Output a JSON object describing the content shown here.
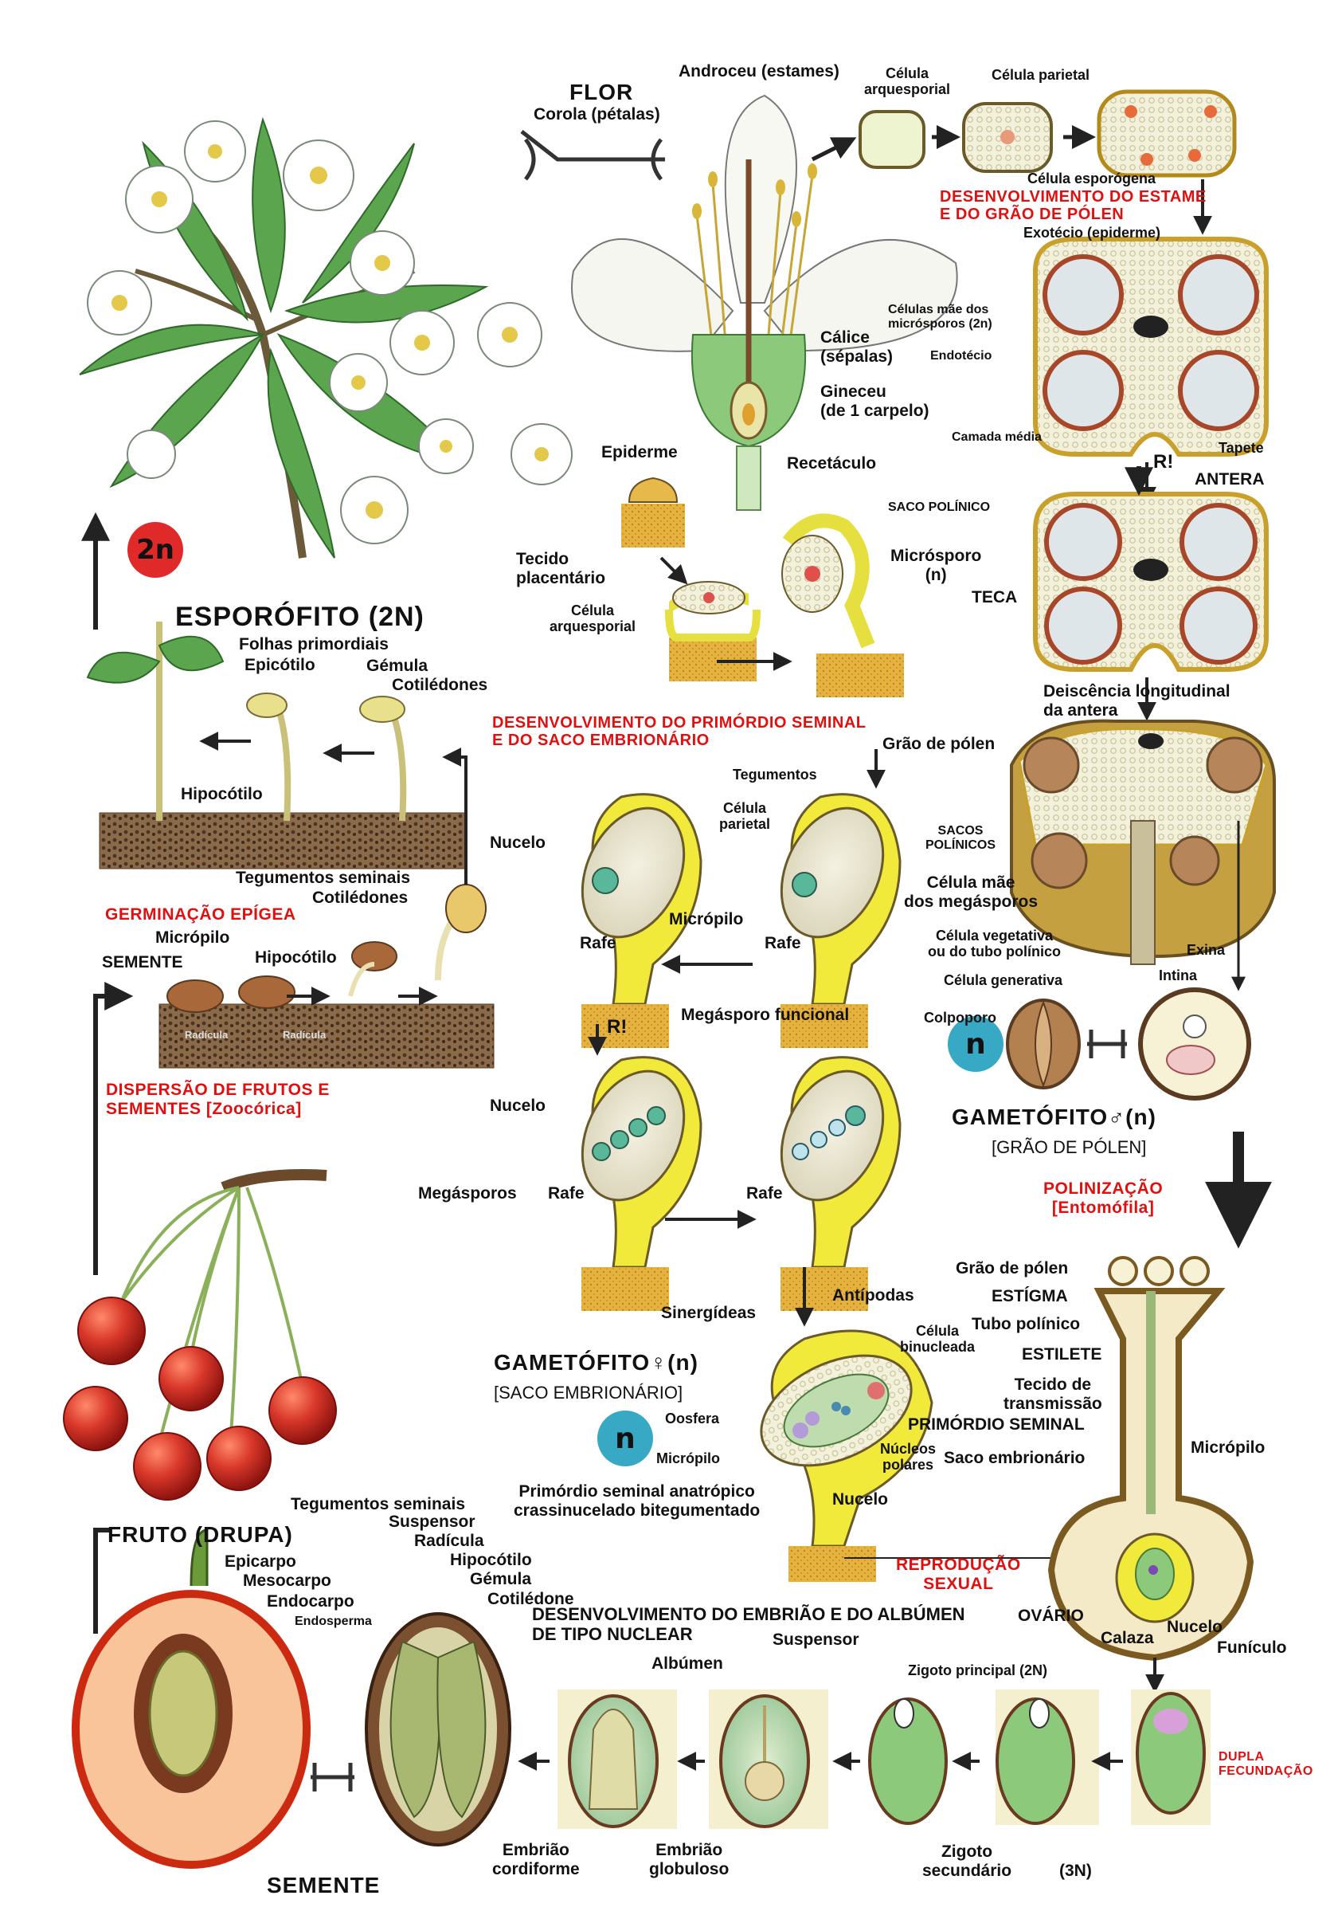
{
  "title": "FLOR",
  "ploidy": {
    "sporophyte": "2n",
    "male_gametophyte": "n",
    "female_gametophyte": "n"
  },
  "flower": {
    "androceu": "Androceu (estames)",
    "corola": "Corola (pétalas)",
    "calice": "Cálice\n(sépalas)",
    "gineceu": "Gineceu\n(de 1 carpelo)",
    "recetaculo": "Recetáculo",
    "epiderme": "Epiderme",
    "tecido_placentario": "Tecido\nplacentário",
    "celula_arquesporial": "Célula\narquesporial"
  },
  "stamen": {
    "celula_arquesporial": "Célula\narquesporial",
    "celula_parietal": "Célula parietal",
    "celula_esporogena": "Célula esporógena",
    "heading": "DESENVOLVIMENTO DO ESTAME\nE DO GRÃO DE PÓLEN",
    "exotecio": "Exotécio (epiderme)",
    "celulas_mae": "Células mãe dos\nmicrósporos (2n)",
    "endotecio": "Endotécio",
    "camada_media": "Camada média",
    "tapete": "Tapete",
    "r_mark": "R!",
    "antera": "ANTERA",
    "saco_polinico": "SACO POLÍNICO",
    "microsporo": "Micrósporo\n(n)",
    "teca": "TECA",
    "deiscencia": "Deiscência longitudinal\nda antera",
    "grao_polen": "Grão de pólen",
    "sacos_polinicos": "SACOS\nPOLÍNICOS",
    "celula_vegetativa": "Célula vegetativa\nou do tubo polínico",
    "exina": "Exina",
    "intina": "Intina",
    "celula_generativa": "Célula generativa",
    "colpoporo": "Colpoporo",
    "gametofito_m": "GAMETÓFITO♂(n)",
    "grao_polen_br": "[GRÃO DE PÓLEN]"
  },
  "ovule": {
    "heading": "DESENVOLVIMENTO DO PRIMÓRDIO SEMINAL\nE DO SACO EMBRIONÁRIO",
    "tegumentos": "Tegumentos",
    "celula_parietal": "Célula\nparietal",
    "nucelo": "Nucelo",
    "celula_mae_meg": "Célula mãe\ndos megásporos",
    "micropilo": "Micrópilo",
    "rafe1": "Rafe",
    "rafe2": "Rafe",
    "r_mark": "R!",
    "megasporo_funcional": "Megásporo funcional",
    "nucelo2": "Nucelo",
    "megasporos": "Megásporos",
    "rafe3": "Rafe",
    "rafe4": "Rafe",
    "sinergideas": "Sinergídeas",
    "antipodas": "Antípodas",
    "celula_binucleada": "Célula\nbinucleada",
    "gametofito_f": "GAMETÓFITO♀(n)",
    "saco_br": "[SACO EMBRIONÁRIO]",
    "oosfera": "Oosfera",
    "micropilo2": "Micrópilo",
    "nucleos_polares": "Núcleos\npolares",
    "anatropico": "Primórdio seminal anatrópico\ncrassinucelado bitegumentado",
    "nucelo3": "Nucelo"
  },
  "pollination": {
    "heading": "POLINIZAÇÃO\n[Entomófila]",
    "grao_polen": "Grão de pólen",
    "estigma": "ESTÍGMA",
    "tubo_polinico": "Tubo polínico",
    "estilete": "ESTILETE",
    "tecido_transmissao": "Tecido de\ntransmissão",
    "primordio_seminal": "PRIMÓRDIO SEMINAL",
    "saco_embrionario": "Saco embrionário",
    "micropilo": "Micrópilo",
    "reproducao": "REPRODUÇÃO\nSEXUAL",
    "ovario": "OVÁRIO",
    "calaza": "Calaza",
    "nucelo": "Nucelo",
    "funiculo": "Funículo",
    "dupla": "DUPLA\nFECUNDAÇÃO"
  },
  "embryo": {
    "heading": "DESENVOLVIMENTO DO EMBRIÃO E DO ALBÚMEN\nDE TIPO NUCLEAR",
    "albumen": "Albúmen",
    "suspensor": "Suspensor",
    "zigoto_principal": "Zigoto principal (2N)",
    "zigoto_secundario": "Zigoto\nsecundário",
    "tres_n": "(3N)",
    "embriao_globuloso": "Embrião\nglobuloso",
    "embriao_cordiforme": "Embrião\ncordiforme"
  },
  "seed": {
    "tegumentos": "Tegumentos seminais",
    "suspensor": "Suspensor",
    "radicula": "Radícula",
    "hipocotilo": "Hipocótilo",
    "gemula": "Gémula",
    "cotiledone": "Cotilédone",
    "endosperma": "Endosperma",
    "semente": "SEMENTE"
  },
  "fruit": {
    "title": "FRUTO (DRUPA)",
    "epicarpo": "Epicarpo",
    "mesocarpo": "Mesocarpo",
    "endocarpo": "Endocarpo",
    "dispersao": "DISPERSÃO DE FRUTOS E\nSEMENTES [Zoocórica]"
  },
  "germination": {
    "heading": "GERMINAÇÃO EPÍGEA",
    "micropilo": "Micrópilo",
    "semente": "SEMENTE",
    "hipocotilo": "Hipocótilo",
    "radicula1": "Radícula",
    "radicula2": "Radícula",
    "tegumentos": "Tegumentos seminais",
    "cotiledones": "Cotilédones"
  },
  "seedling": {
    "folhas": "Folhas primordiais",
    "epicotilo": "Epicótilo",
    "gemula": "Gémula",
    "cotiledones": "Cotilédones",
    "hipocotilo": "Hipocótilo"
  },
  "sporophyte": {
    "title": "ESPORÓFITO (2N)"
  }
}
